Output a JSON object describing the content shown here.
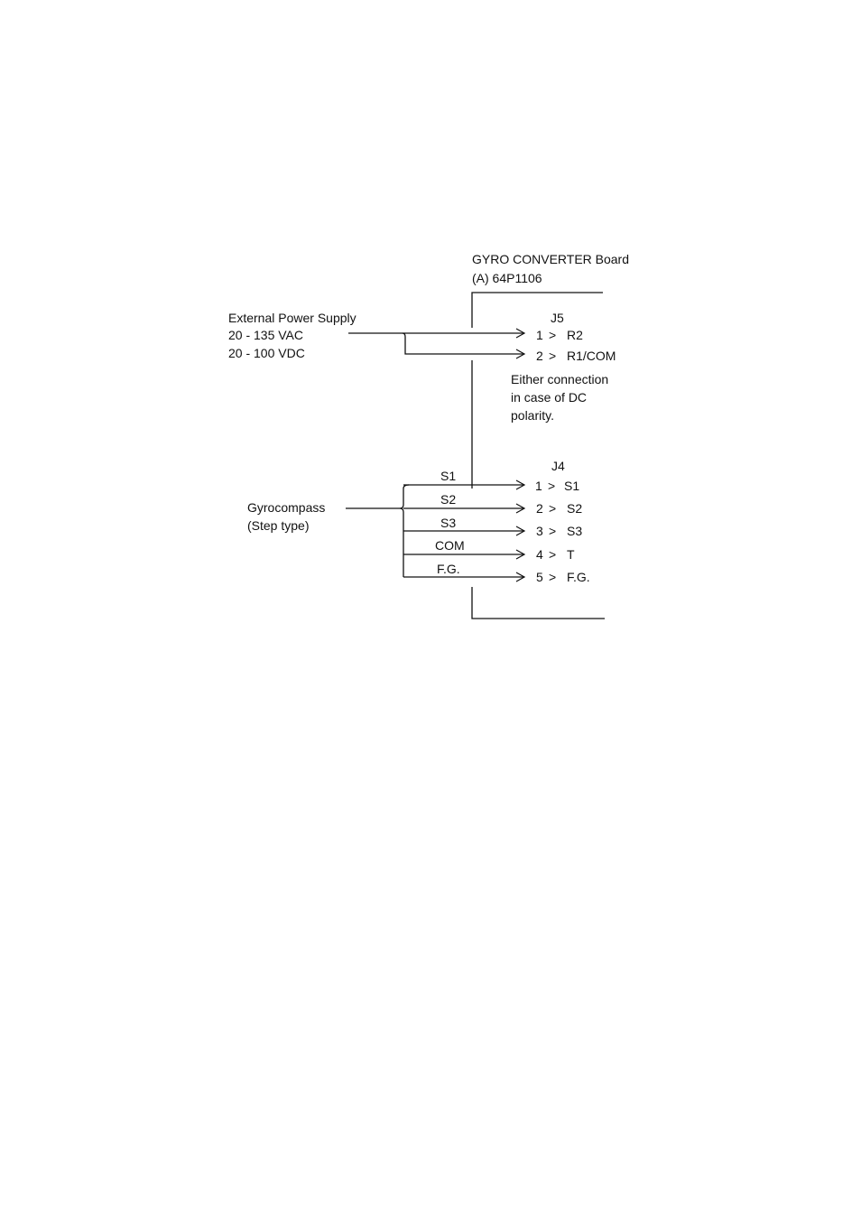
{
  "board": {
    "title": "GYRO CONVERTER Board",
    "part": "(A) 64P1106"
  },
  "power_supply": {
    "label": "External Power Supply",
    "ac": "20 - 135 VAC",
    "dc": "20 - 100 VDC"
  },
  "j5": {
    "name": "J5",
    "pins": [
      {
        "pin": "1",
        "signal": "R2"
      },
      {
        "pin": "2",
        "signal": "R1/COM"
      }
    ]
  },
  "note": {
    "lines": [
      "Either connection",
      "in case of DC",
      "polarity."
    ]
  },
  "gyrocompass": {
    "label": "Gyrocompass",
    "type": "(Step type)"
  },
  "j4": {
    "name": "J4",
    "wires": [
      "S1",
      "S2",
      "S3",
      "COM",
      "F.G."
    ],
    "pins": [
      {
        "pin": "1",
        "signal": "S1"
      },
      {
        "pin": "2",
        "signal": "S2"
      },
      {
        "pin": "3",
        "signal": "S3"
      },
      {
        "pin": "4",
        "signal": "T"
      },
      {
        "pin": "5",
        "signal": "F.G."
      }
    ]
  },
  "pin_separator": ">"
}
